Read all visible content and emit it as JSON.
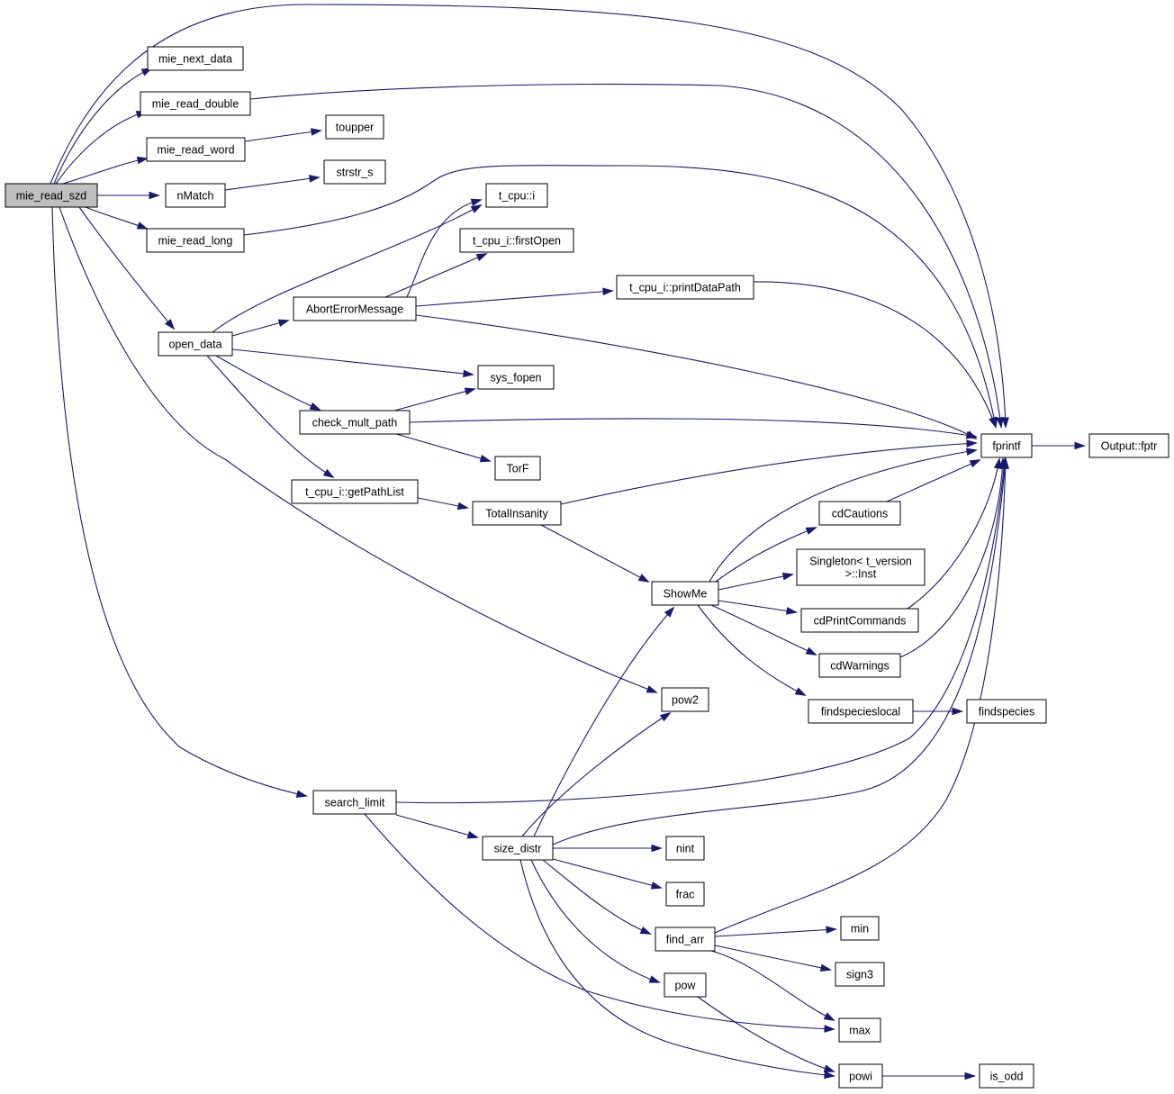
{
  "diagram": {
    "type": "call-graph",
    "root": "mie_read_szd",
    "nodes": [
      {
        "id": "mie_read_szd",
        "label": "mie_read_szd",
        "root": true
      },
      {
        "id": "mie_next_data",
        "label": "mie_next_data"
      },
      {
        "id": "mie_read_double",
        "label": "mie_read_double"
      },
      {
        "id": "mie_read_word",
        "label": "mie_read_word"
      },
      {
        "id": "nMatch",
        "label": "nMatch"
      },
      {
        "id": "mie_read_long",
        "label": "mie_read_long"
      },
      {
        "id": "open_data",
        "label": "open_data"
      },
      {
        "id": "search_limit",
        "label": "search_limit"
      },
      {
        "id": "toupper",
        "label": "toupper"
      },
      {
        "id": "strstr_s",
        "label": "strstr_s"
      },
      {
        "id": "t_cpu_i",
        "label": "t_cpu::i"
      },
      {
        "id": "firstOpen",
        "label": "t_cpu_i::firstOpen"
      },
      {
        "id": "AbortErrorMessage",
        "label": "AbortErrorMessage"
      },
      {
        "id": "printDataPath",
        "label": "t_cpu_i::printDataPath"
      },
      {
        "id": "sys_fopen",
        "label": "sys_fopen"
      },
      {
        "id": "check_mult_path",
        "label": "check_mult_path"
      },
      {
        "id": "TorF",
        "label": "TorF"
      },
      {
        "id": "getPathList",
        "label": "t_cpu_i::getPathList"
      },
      {
        "id": "TotalInsanity",
        "label": "TotalInsanity"
      },
      {
        "id": "fprintf",
        "label": "fprintf"
      },
      {
        "id": "Output_fptr",
        "label": "Output::fptr"
      },
      {
        "id": "cdCautions",
        "label": "cdCautions"
      },
      {
        "id": "SingletonInst",
        "label": "Singleton< t_version\n>::Inst"
      },
      {
        "id": "ShowMe",
        "label": "ShowMe"
      },
      {
        "id": "cdPrintCommands",
        "label": "cdPrintCommands"
      },
      {
        "id": "cdWarnings",
        "label": "cdWarnings"
      },
      {
        "id": "findspecieslocal",
        "label": "findspecieslocal"
      },
      {
        "id": "findspecies",
        "label": "findspecies"
      },
      {
        "id": "pow2",
        "label": "pow2"
      },
      {
        "id": "size_distr",
        "label": "size_distr"
      },
      {
        "id": "nint",
        "label": "nint"
      },
      {
        "id": "frac",
        "label": "frac"
      },
      {
        "id": "find_arr",
        "label": "find_arr"
      },
      {
        "id": "min",
        "label": "min"
      },
      {
        "id": "sign3",
        "label": "sign3"
      },
      {
        "id": "pow",
        "label": "pow"
      },
      {
        "id": "max",
        "label": "max"
      },
      {
        "id": "powi",
        "label": "powi"
      },
      {
        "id": "is_odd",
        "label": "is_odd"
      }
    ],
    "edges": [
      [
        "mie_read_szd",
        "fprintf"
      ],
      [
        "mie_read_szd",
        "mie_next_data"
      ],
      [
        "mie_read_szd",
        "mie_read_double"
      ],
      [
        "mie_read_szd",
        "mie_read_word"
      ],
      [
        "mie_read_szd",
        "nMatch"
      ],
      [
        "mie_read_szd",
        "mie_read_long"
      ],
      [
        "mie_read_szd",
        "open_data"
      ],
      [
        "mie_read_szd",
        "pow2"
      ],
      [
        "mie_read_szd",
        "search_limit"
      ],
      [
        "mie_read_double",
        "fprintf"
      ],
      [
        "mie_read_word",
        "toupper"
      ],
      [
        "nMatch",
        "strstr_s"
      ],
      [
        "mie_read_long",
        "fprintf"
      ],
      [
        "open_data",
        "t_cpu_i"
      ],
      [
        "open_data",
        "AbortErrorMessage"
      ],
      [
        "open_data",
        "sys_fopen"
      ],
      [
        "open_data",
        "check_mult_path"
      ],
      [
        "open_data",
        "getPathList"
      ],
      [
        "AbortErrorMessage",
        "t_cpu_i"
      ],
      [
        "AbortErrorMessage",
        "firstOpen"
      ],
      [
        "AbortErrorMessage",
        "printDataPath"
      ],
      [
        "AbortErrorMessage",
        "fprintf"
      ],
      [
        "printDataPath",
        "fprintf"
      ],
      [
        "check_mult_path",
        "sys_fopen"
      ],
      [
        "check_mult_path",
        "fprintf"
      ],
      [
        "check_mult_path",
        "TorF"
      ],
      [
        "getPathList",
        "TotalInsanity"
      ],
      [
        "TotalInsanity",
        "fprintf"
      ],
      [
        "TotalInsanity",
        "ShowMe"
      ],
      [
        "fprintf",
        "Output_fptr"
      ],
      [
        "ShowMe",
        "fprintf"
      ],
      [
        "ShowMe",
        "cdCautions"
      ],
      [
        "ShowMe",
        "SingletonInst"
      ],
      [
        "ShowMe",
        "cdPrintCommands"
      ],
      [
        "ShowMe",
        "cdWarnings"
      ],
      [
        "ShowMe",
        "findspecieslocal"
      ],
      [
        "cdCautions",
        "fprintf"
      ],
      [
        "cdPrintCommands",
        "fprintf"
      ],
      [
        "cdWarnings",
        "fprintf"
      ],
      [
        "findspecieslocal",
        "findspecies"
      ],
      [
        "search_limit",
        "fprintf"
      ],
      [
        "search_limit",
        "size_distr"
      ],
      [
        "search_limit",
        "max"
      ],
      [
        "size_distr",
        "ShowMe"
      ],
      [
        "size_distr",
        "pow2"
      ],
      [
        "size_distr",
        "fprintf"
      ],
      [
        "size_distr",
        "nint"
      ],
      [
        "size_distr",
        "frac"
      ],
      [
        "size_distr",
        "find_arr"
      ],
      [
        "size_distr",
        "pow"
      ],
      [
        "size_distr",
        "powi"
      ],
      [
        "find_arr",
        "fprintf"
      ],
      [
        "find_arr",
        "min"
      ],
      [
        "find_arr",
        "sign3"
      ],
      [
        "find_arr",
        "max"
      ],
      [
        "pow",
        "powi"
      ],
      [
        "powi",
        "is_odd"
      ]
    ]
  }
}
